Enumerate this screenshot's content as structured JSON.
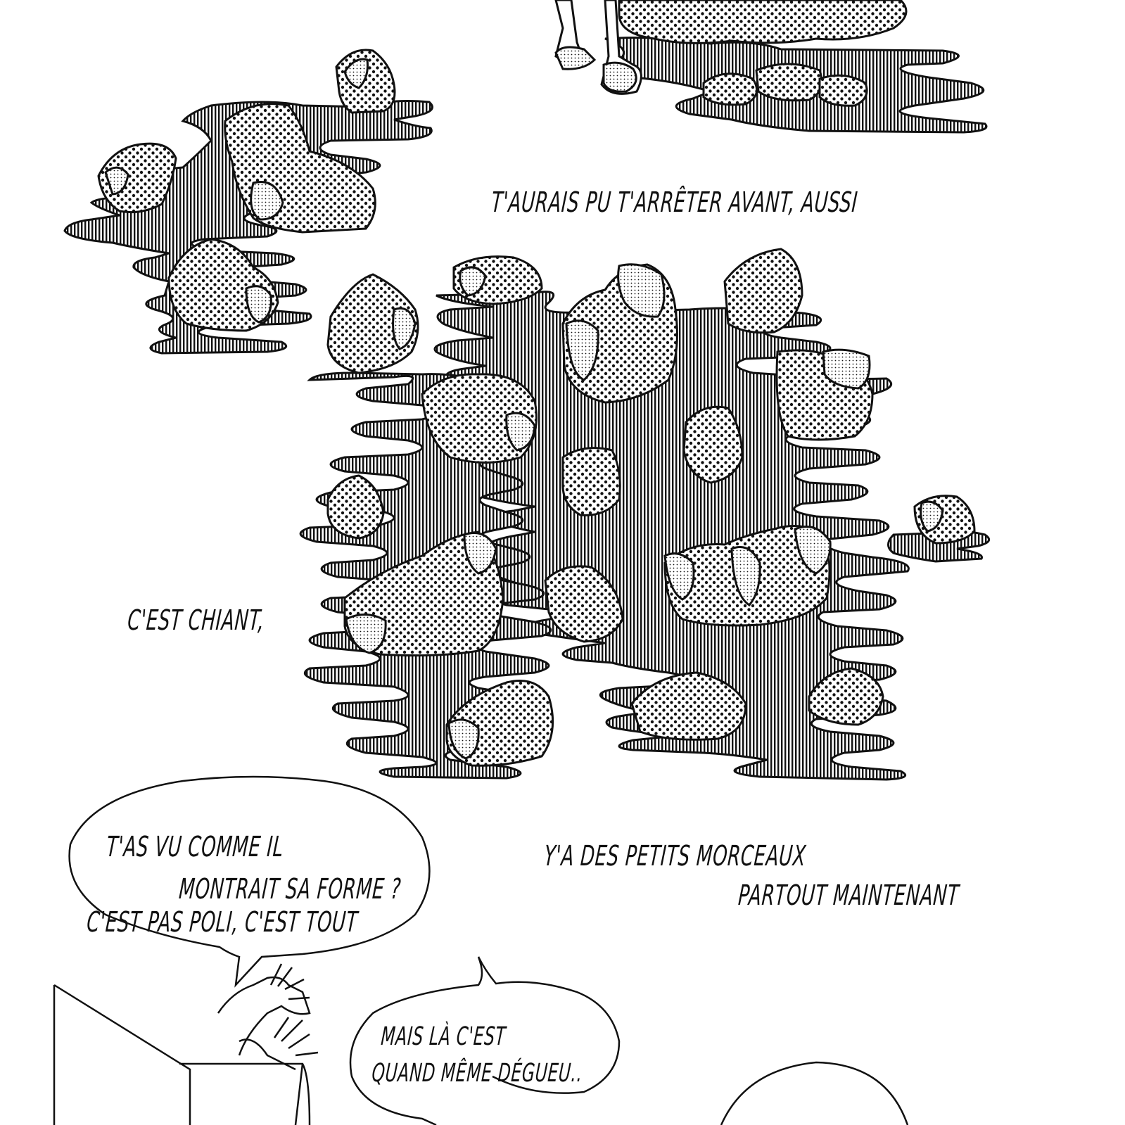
{
  "captions": {
    "stop_before": "T'AURAIS PU T'ARRÊTER AVANT, AUSSI",
    "annoying": "C'EST CHIANT,",
    "pieces_line1": "Y'A DES PETITS MORCEAUX",
    "pieces_line2": "PARTOUT MAINTENANT"
  },
  "bubbles": {
    "polite": {
      "line1": "T'AS VU COMME IL",
      "line2": "MONTRAIT SA FORME ?",
      "line3": "C'EST PAS POLI, C'EST TOUT"
    },
    "gross": {
      "line1": "MAIS LÀ C'EST",
      "line2": "QUAND MÊME DÉGUEU.."
    }
  },
  "colors": {
    "ink": "#111111",
    "paper": "#ffffff"
  }
}
